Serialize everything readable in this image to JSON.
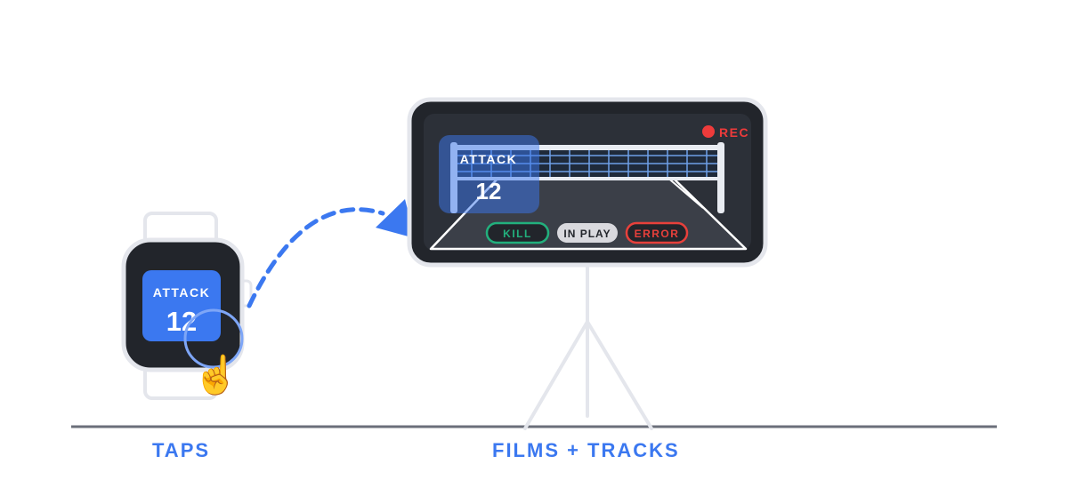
{
  "watch": {
    "card_title": "ATTACK",
    "card_number": "12"
  },
  "phone": {
    "rec_label": "REC",
    "overlay_title": "ATTACK",
    "overlay_number": "12",
    "buttons": [
      {
        "label": "KILL",
        "color": "#22b07d"
      },
      {
        "label": "IN PLAY",
        "color": "#d9d9de"
      },
      {
        "label": "ERROR",
        "color": "#e8403b"
      }
    ]
  },
  "captions": {
    "left": "TAPS",
    "right": "FILMS + TRACKS"
  },
  "colors": {
    "accent": "#3b78f0",
    "rec": "#ee3b3b",
    "frame": "#e4e6ec",
    "device": "#22252b"
  }
}
